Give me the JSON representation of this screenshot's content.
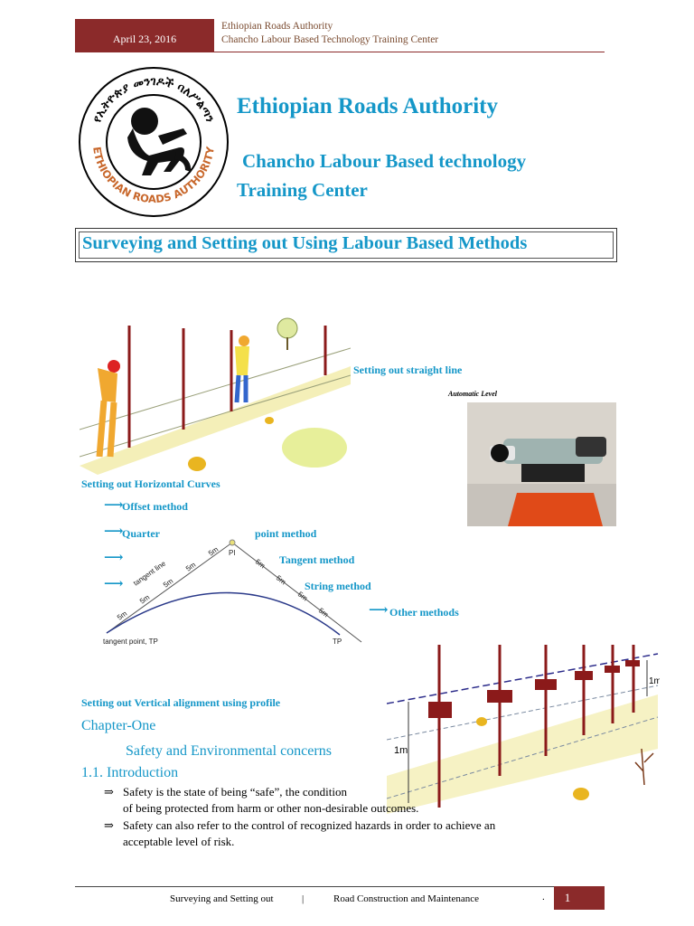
{
  "header": {
    "date": "April 23, 2016",
    "org_line1": "Ethiopian Roads Authority",
    "org_line2": "Chancho Labour Based Technology Training Center"
  },
  "logo": {
    "ring_text_top": "የኢትዮጵያ መንገዶች ባለሥልጣን",
    "ring_text_bottom": "ETHIOPIAN ROADS AUTHORITY"
  },
  "org_title": "Ethiopian Roads Authority",
  "center_line1": "Chancho Labour Based technology",
  "center_line2": "Training Center",
  "main_title": "Surveying and Setting out Using Labour Based Methods",
  "figures": {
    "straight_line": "Setting out straight line",
    "automatic_level": "Automatic Level",
    "horizontal_curves": "Setting out Horizontal Curves",
    "methods": {
      "offset": "Offset method",
      "quarter": "Quarter",
      "quarter_point": "point method",
      "tangent": "Tangent method",
      "string": "String method",
      "other": "Other methods"
    },
    "curve_diagram": {
      "tangent_line": "tangent line",
      "segment": "5m",
      "pi": "PI",
      "tangent_point": "tangent point, TP",
      "tp": "TP"
    },
    "vertical_alignment": "Setting out Vertical alignment using profile",
    "profile_1m_left": "1m",
    "profile_1m_right": "1m"
  },
  "chapter": {
    "title": "Chapter-One",
    "subtitle": "Safety and Environmental concerns",
    "section": "1.1.   Introduction",
    "bullets": [
      "Safety is the state of being “safe”, the condition",
      "of being protected from harm or other non-desirable outcomes.",
      "Safety can also refer to the control of recognized hazards in order to achieve an",
      "acceptable level of risk."
    ]
  },
  "footer": {
    "left": "Surveying and Setting out",
    "separator": "|",
    "middle": "Road Construction and Maintenance",
    "dot": ".",
    "page": "1"
  },
  "colors": {
    "accent_teal": "#1597c8",
    "maroon": "#8b2a2a"
  }
}
